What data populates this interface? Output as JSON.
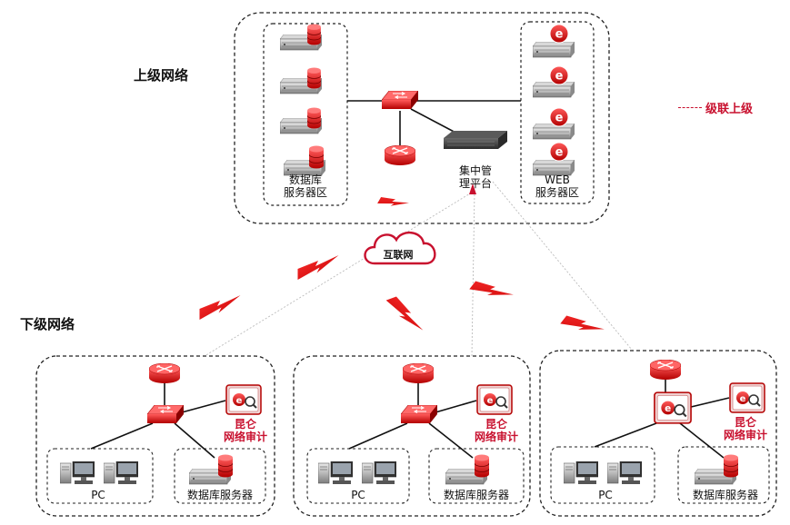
{
  "upper_network": {
    "title": "上级网络",
    "db_zone": {
      "label_line1": "数据库",
      "label_line2": "服务器区"
    },
    "web_zone": {
      "label_line1": "WEB",
      "label_line2": "服务器区"
    },
    "mgmt_platform": {
      "label_line1": "集中管",
      "label_line2": "理平台"
    }
  },
  "legend": {
    "label": "级联上级",
    "color": "#c8102e"
  },
  "internet": {
    "label": "互联网"
  },
  "lower_network": {
    "title": "下级网络",
    "sites": [
      {
        "audit_line1": "昆仑",
        "audit_line2": "网络审计",
        "pc_label": "PC",
        "db_label": "数据库服务器"
      },
      {
        "audit_line1": "昆仑",
        "audit_line2": "网络审计",
        "pc_label": "PC",
        "db_label": "数据库服务器"
      },
      {
        "audit_line1": "昆仑",
        "audit_line2": "网络审计",
        "pc_label": "PC",
        "db_label": "数据库服务器"
      }
    ]
  }
}
